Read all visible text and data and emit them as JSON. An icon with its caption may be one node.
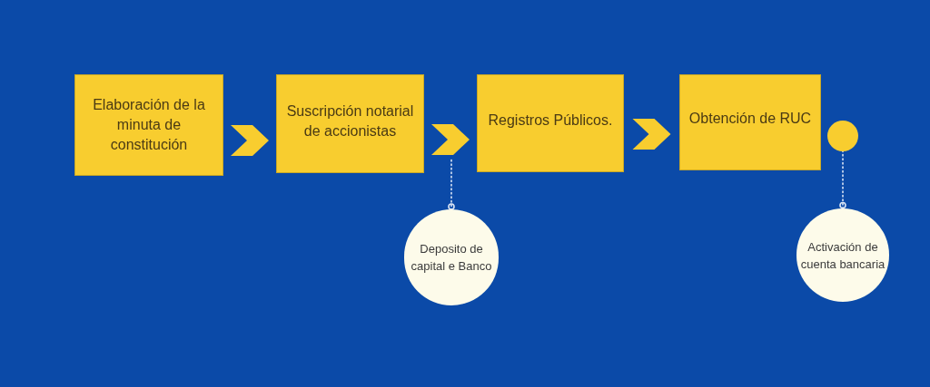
{
  "diagram": {
    "nodes": [
      {
        "text": [
          "Elaboración de la minuta de constitución"
        ]
      },
      {
        "text": [
          "Suscripción notarial de accionistas"
        ]
      },
      {
        "text": [
          "Registros Públicos."
        ]
      },
      {
        "text": [
          "Obtención de RUC"
        ]
      },
      {
        "text": [],
        "shape": "circle"
      },
      {
        "text": [
          "Deposito de capital e Banco"
        ]
      },
      {
        "text": [
          "Activación de cuenta bancaria"
        ]
      }
    ],
    "edges": [
      {
        "from": 0,
        "to": 1,
        "arrow": "to"
      },
      {
        "from": 1,
        "to": 2,
        "arrow": "to"
      },
      {
        "from": 2,
        "to": 3,
        "arrow": "to"
      },
      {
        "from": 5,
        "to": null,
        "arrow": "other",
        "style": "dashed",
        "color": "#dce6f5"
      },
      {
        "from": 6,
        "to": 4,
        "arrow": "other",
        "style": "dashed",
        "color": "#dce6f5"
      }
    ]
  }
}
